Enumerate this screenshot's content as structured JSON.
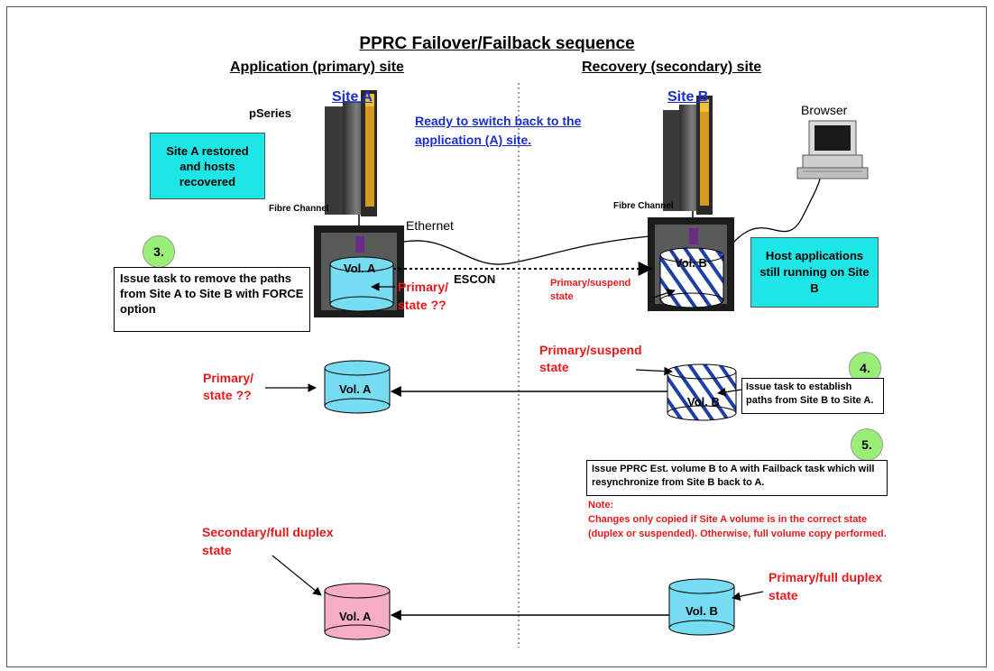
{
  "title": "PPRC Failover/Failback sequence",
  "left_heading": "Application (primary) site",
  "right_heading": "Recovery (secondary) site",
  "site_a": "Site A",
  "site_b": "Site B",
  "pseries": "pSeries",
  "browser": "Browser",
  "ready_note": {
    "line1": "Ready to switch back to the",
    "line2": "application (A) site."
  },
  "site_a_restored": "Site A restored and hosts recovered",
  "host_apps_running": "Host applications still running on Site B",
  "fibre_channel_a": "Fibre Channel",
  "fibre_channel_b": "Fibre Channel",
  "ethernet": "Ethernet",
  "escon": "ESCON",
  "vol_a": "Vol. A",
  "vol_b": "Vol. B",
  "top_a_state": {
    "line1": "Primary/",
    "line2": "state ??"
  },
  "top_b_state": {
    "line1": "Primary/suspend",
    "line2": "state"
  },
  "step3": {
    "number": "3.",
    "text": "Issue task to remove the paths from Site A to Site B with FORCE option"
  },
  "mid_a_state": {
    "line1": "Primary/",
    "line2": "state ??"
  },
  "mid_b_state": {
    "line1": "Primary/suspend",
    "line2": "state"
  },
  "step4": {
    "number": "4.",
    "text": "Issue task to establish paths from Site B to Site A."
  },
  "step5": {
    "number": "5.",
    "text": "Issue PPRC Est. volume B to A with Failback task which will resynchronize  from Site B back to A."
  },
  "note_label": "Note:",
  "note_text": "Changes only copied if Site A volume is in the correct state (duplex or suspended). Otherwise, full volume copy performed.",
  "bottom_a_state": {
    "line1": "Secondary/full duplex",
    "line2": "state"
  },
  "bottom_b_state": {
    "line1": "Primary/full duplex",
    "line2": "state"
  },
  "colors": {
    "cyan": "#1fe6e6",
    "volume_blue": "#75dcf2",
    "volume_pink": "#f6adc6",
    "badge_green": "#99ee77",
    "state_red": "#e8191b",
    "link_blue": "#1a2ecc"
  }
}
